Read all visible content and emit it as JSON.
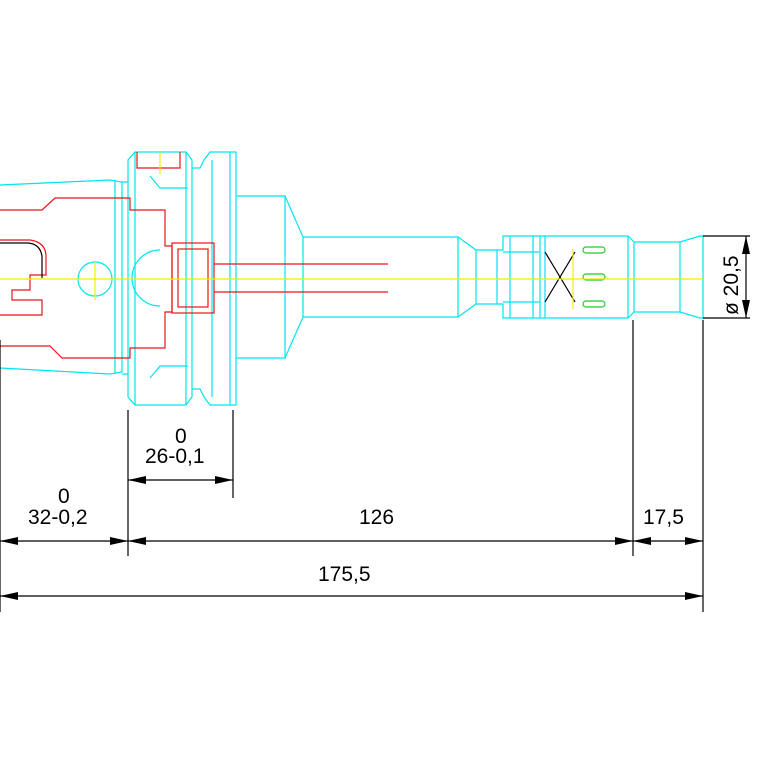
{
  "dimensions": {
    "d1": {
      "upper": "0",
      "main": "32-0,2"
    },
    "d2": {
      "upper": "0",
      "main": "26-0,1"
    },
    "d3": {
      "main": "126"
    },
    "d4": {
      "main": "17,5"
    },
    "d5": {
      "main": "175,5"
    },
    "d6": {
      "main": "ø 20,5"
    }
  },
  "colors": {
    "outline": "#00e5ee",
    "clamp": "#e8141a",
    "centerline": "#f2ee00",
    "slots": "#22cc22",
    "dimension": "#000000"
  }
}
